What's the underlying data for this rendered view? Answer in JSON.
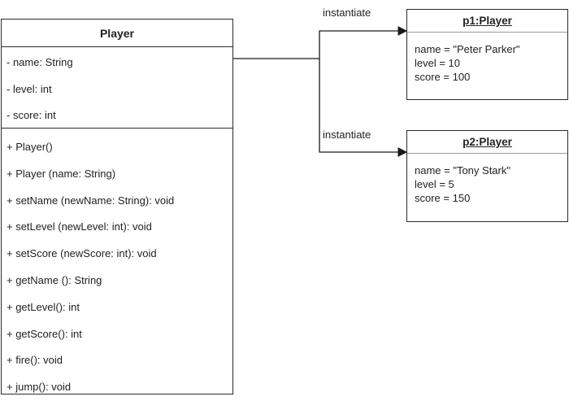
{
  "class": {
    "name": "Player",
    "attributes": [
      "- name: String",
      "- level: int",
      "- score: int"
    ],
    "operations": [
      "+ Player()",
      "+ Player (name: String)",
      "+ setName (newName: String): void",
      "+ setLevel (newLevel: int): void",
      "+ setScore (newScore: int): void",
      "+ getName (): String",
      "+ getLevel(): int",
      "+ getScore(): int",
      "+ fire(): void",
      "+ jump(): void"
    ]
  },
  "objects": [
    {
      "title": "p1:Player",
      "fields": [
        "name = \"Peter Parker\"",
        "level = 10",
        "score = 100"
      ]
    },
    {
      "title": "p2:Player",
      "fields": [
        "name = \"Tony Stark\"",
        "level = 5",
        "score = 150"
      ]
    }
  ],
  "edges": [
    {
      "label": "instantiate"
    },
    {
      "label": "instantiate"
    }
  ]
}
